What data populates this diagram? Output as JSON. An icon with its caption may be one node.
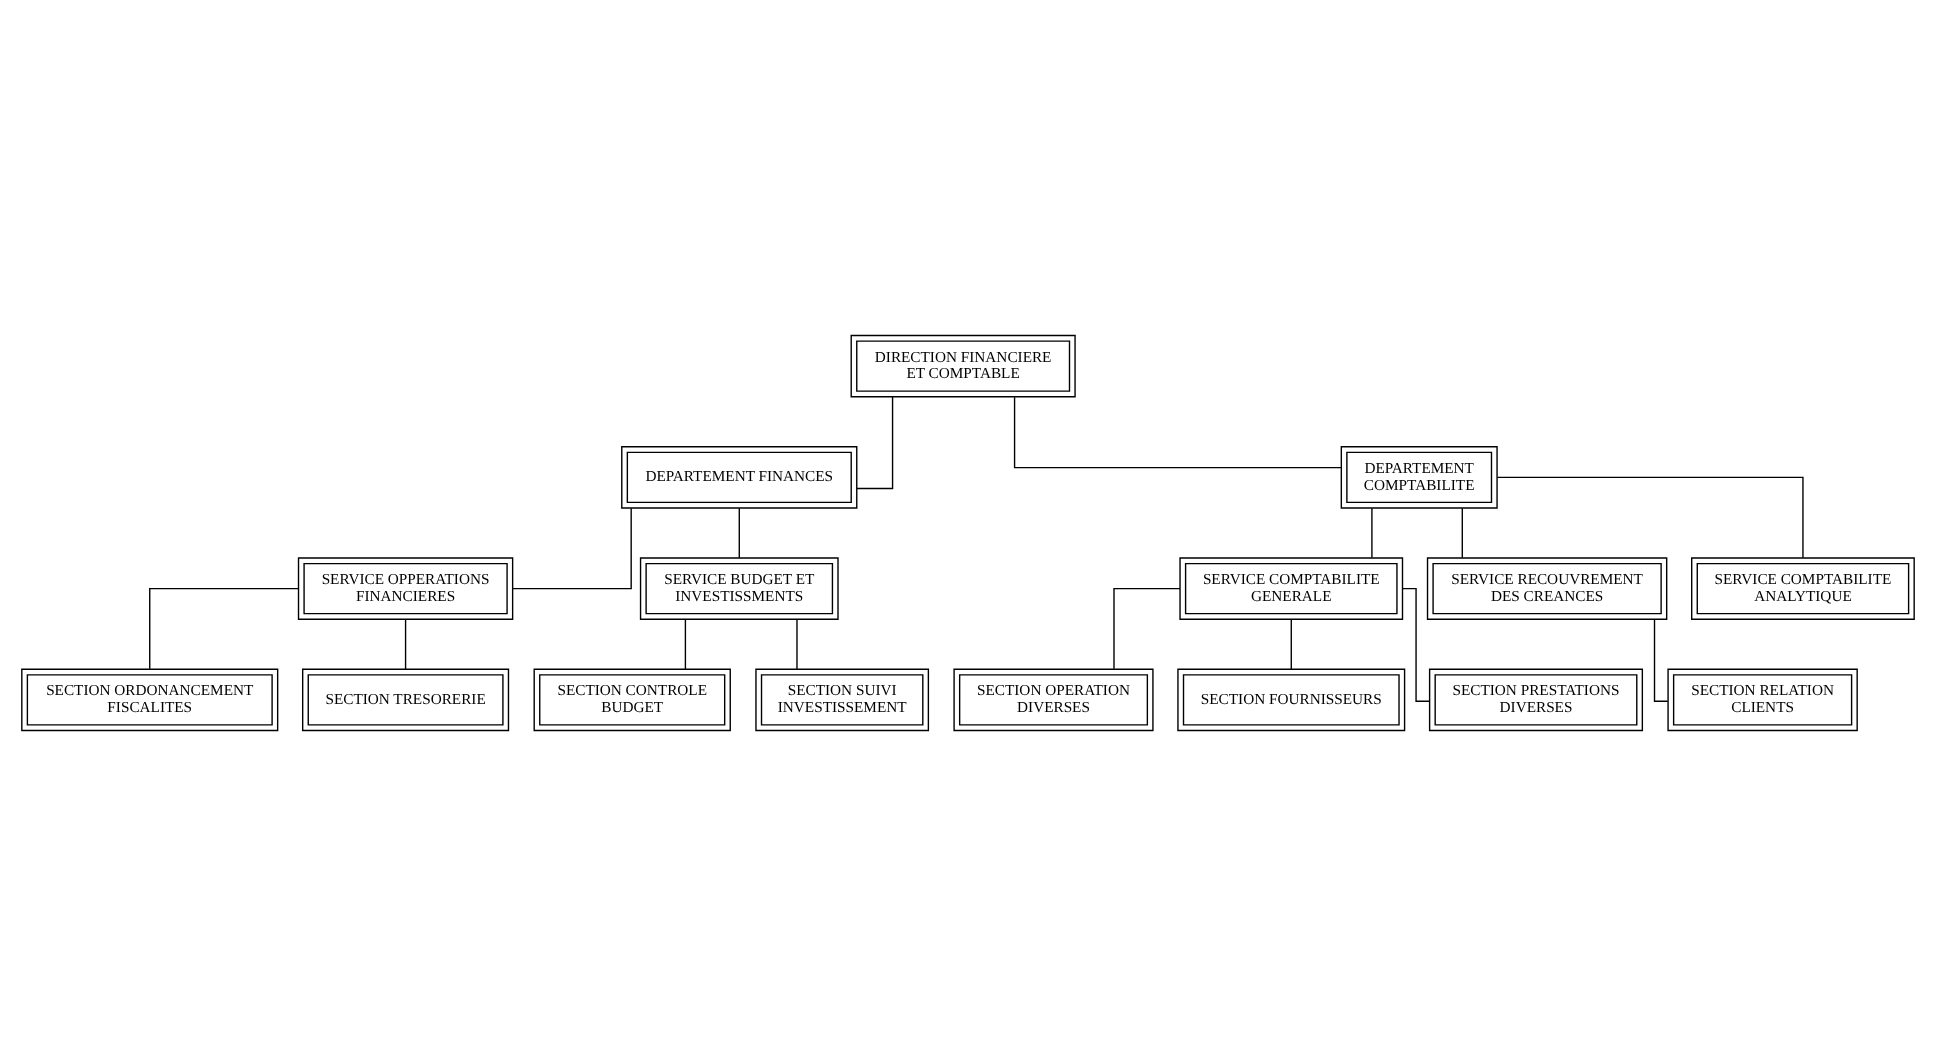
{
  "diagram": {
    "nodes": [
      {
        "text": [
          "DIRECTION FINANCIERE ET COMPTABLE"
        ]
      },
      {
        "text": [
          "DEPARTEMENT FINANCES"
        ]
      },
      {
        "text": [
          "DEPARTEMENT COMPTABILITE"
        ]
      },
      {
        "text": [
          "SERVICE OPPERATIONS FINANCIERES"
        ]
      },
      {
        "text": [
          "SERVICE BUDGET ET INVESTISSMENTS"
        ]
      },
      {
        "text": [
          "SERVICE COMPTABILITE GENERALE"
        ]
      },
      {
        "text": [
          "SERVICE RECOUVREMENT DES CREANCES"
        ]
      },
      {
        "text": [
          "SERVICE COMPTABILITE ANALYTIQUE"
        ]
      },
      {
        "text": [
          "SECTION ORDONANCEMENT FISCALITES"
        ]
      },
      {
        "text": [
          "SECTION TRESORERIE"
        ]
      },
      {
        "text": [
          "SECTION CONTROLE BUDGET"
        ]
      },
      {
        "text": [
          "SECTION SUIVI INVESTISSEMENT"
        ]
      },
      {
        "text": [
          "SECTION OPERATION DIVERSES"
        ]
      },
      {
        "text": [
          "SECTION FOURNISSEURS"
        ]
      },
      {
        "text": [
          "SECTION PRESTATIONS DIVERSES"
        ]
      },
      {
        "text": [
          "SECTION RELATION CLIENTS"
        ]
      }
    ],
    "edges": [
      {
        "from": 0,
        "to": 1,
        "arrow": "none"
      },
      {
        "from": 0,
        "to": 2,
        "arrow": "none"
      },
      {
        "from": 1,
        "to": 3,
        "arrow": "none"
      },
      {
        "from": 1,
        "to": 4,
        "arrow": "none"
      },
      {
        "from": 2,
        "to": 5,
        "arrow": "none"
      },
      {
        "from": 2,
        "to": 6,
        "arrow": "none"
      },
      {
        "from": 2,
        "to": 7,
        "arrow": "none"
      },
      {
        "from": 3,
        "to": 8,
        "arrow": "none"
      },
      {
        "from": 3,
        "to": 9,
        "arrow": "none"
      },
      {
        "from": 4,
        "to": 10,
        "arrow": "none"
      },
      {
        "from": 4,
        "to": 11,
        "arrow": "none"
      },
      {
        "from": 5,
        "to": 12,
        "arrow": "none"
      },
      {
        "from": 5,
        "to": 13,
        "arrow": "none"
      },
      {
        "from": 5,
        "to": 14,
        "arrow": "none"
      },
      {
        "from": 6,
        "to": 15,
        "arrow": "none"
      }
    ]
  }
}
